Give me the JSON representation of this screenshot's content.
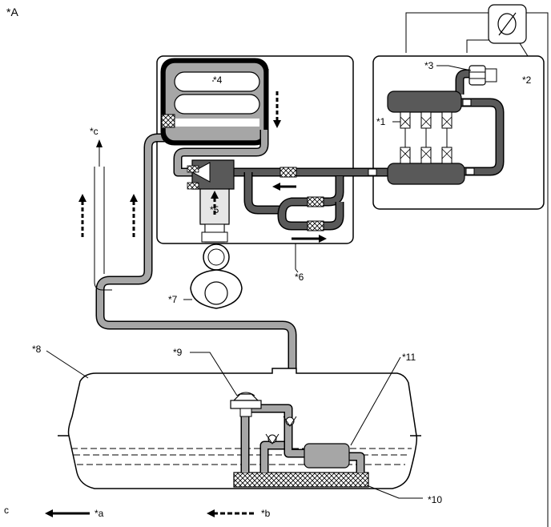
{
  "figure": {
    "title_label": "*A",
    "corner_code": "c",
    "callouts": {
      "c1": "*1",
      "c2": "*2",
      "c3": "*3",
      "c4": "*4",
      "c5": "*5",
      "c6": "*6",
      "c7": "*7",
      "c8": "*8",
      "c9": "*9",
      "c10": "*10",
      "c11": "*11"
    },
    "legend": {
      "solid_label": "*a",
      "dashed_label": "*b",
      "up_arrow_label": "*c"
    },
    "colors": {
      "high_pressure": "#595959",
      "low_pressure": "#a6a6a6",
      "fuel": "#e6e6e6"
    }
  }
}
